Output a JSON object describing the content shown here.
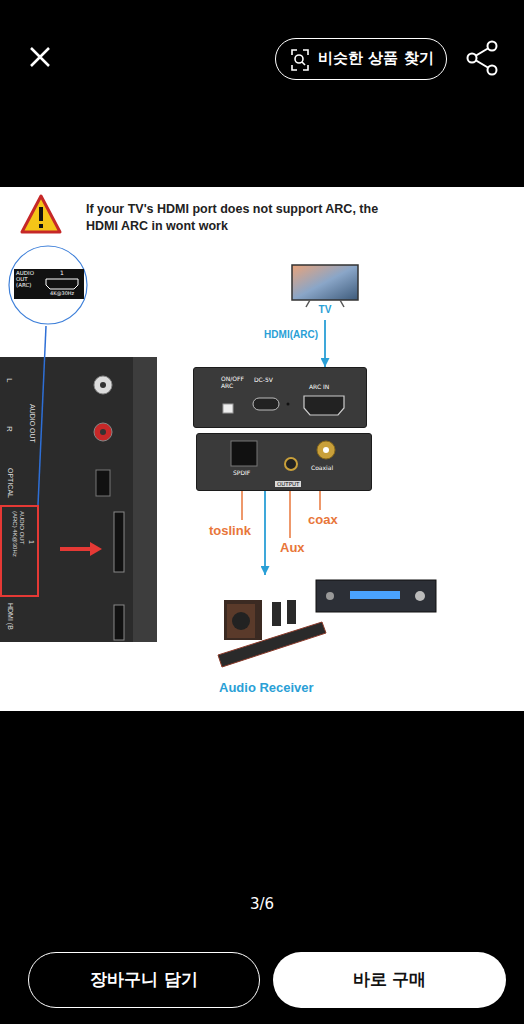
{
  "diagram": {
    "nodes": [
      {
        "text": [
          "비슷한 상품 찾기"
        ]
      },
      {
        "text": [
          "AUDIO OUT (ARC)",
          "1",
          "4K@30Hz"
        ]
      },
      {
        "text": [
          "TV"
        ]
      },
      {
        "text": [
          "ON/OFF ARC",
          "DC-5V",
          "ARC IN"
        ]
      },
      {
        "text": [
          "SPDIF",
          "OUTPUT",
          "Coaxial"
        ]
      },
      {
        "text": [
          "Audio Receiver"
        ]
      },
      {
        "text": [
          "장바구니 담기"
        ]
      },
      {
        "text": [
          "바로 구매"
        ]
      }
    ],
    "edges": [
      {
        "from": 2,
        "to": 3,
        "arrow": "to",
        "label": "HDMI(ARC)"
      },
      {
        "from": 4,
        "to": 5,
        "arrow": "to"
      }
    ],
    "labels": [
      "If your TV's HDMI port does not support ARC, the HDMI ARC in wont work",
      "L",
      "R",
      "AUDIO OUT",
      "OPTICAL",
      "AUDIO OUT (ARC) 4K@30Hz",
      "1",
      "HDMI (B",
      "toslink",
      "Aux",
      "coax",
      "3/6"
    ]
  }
}
